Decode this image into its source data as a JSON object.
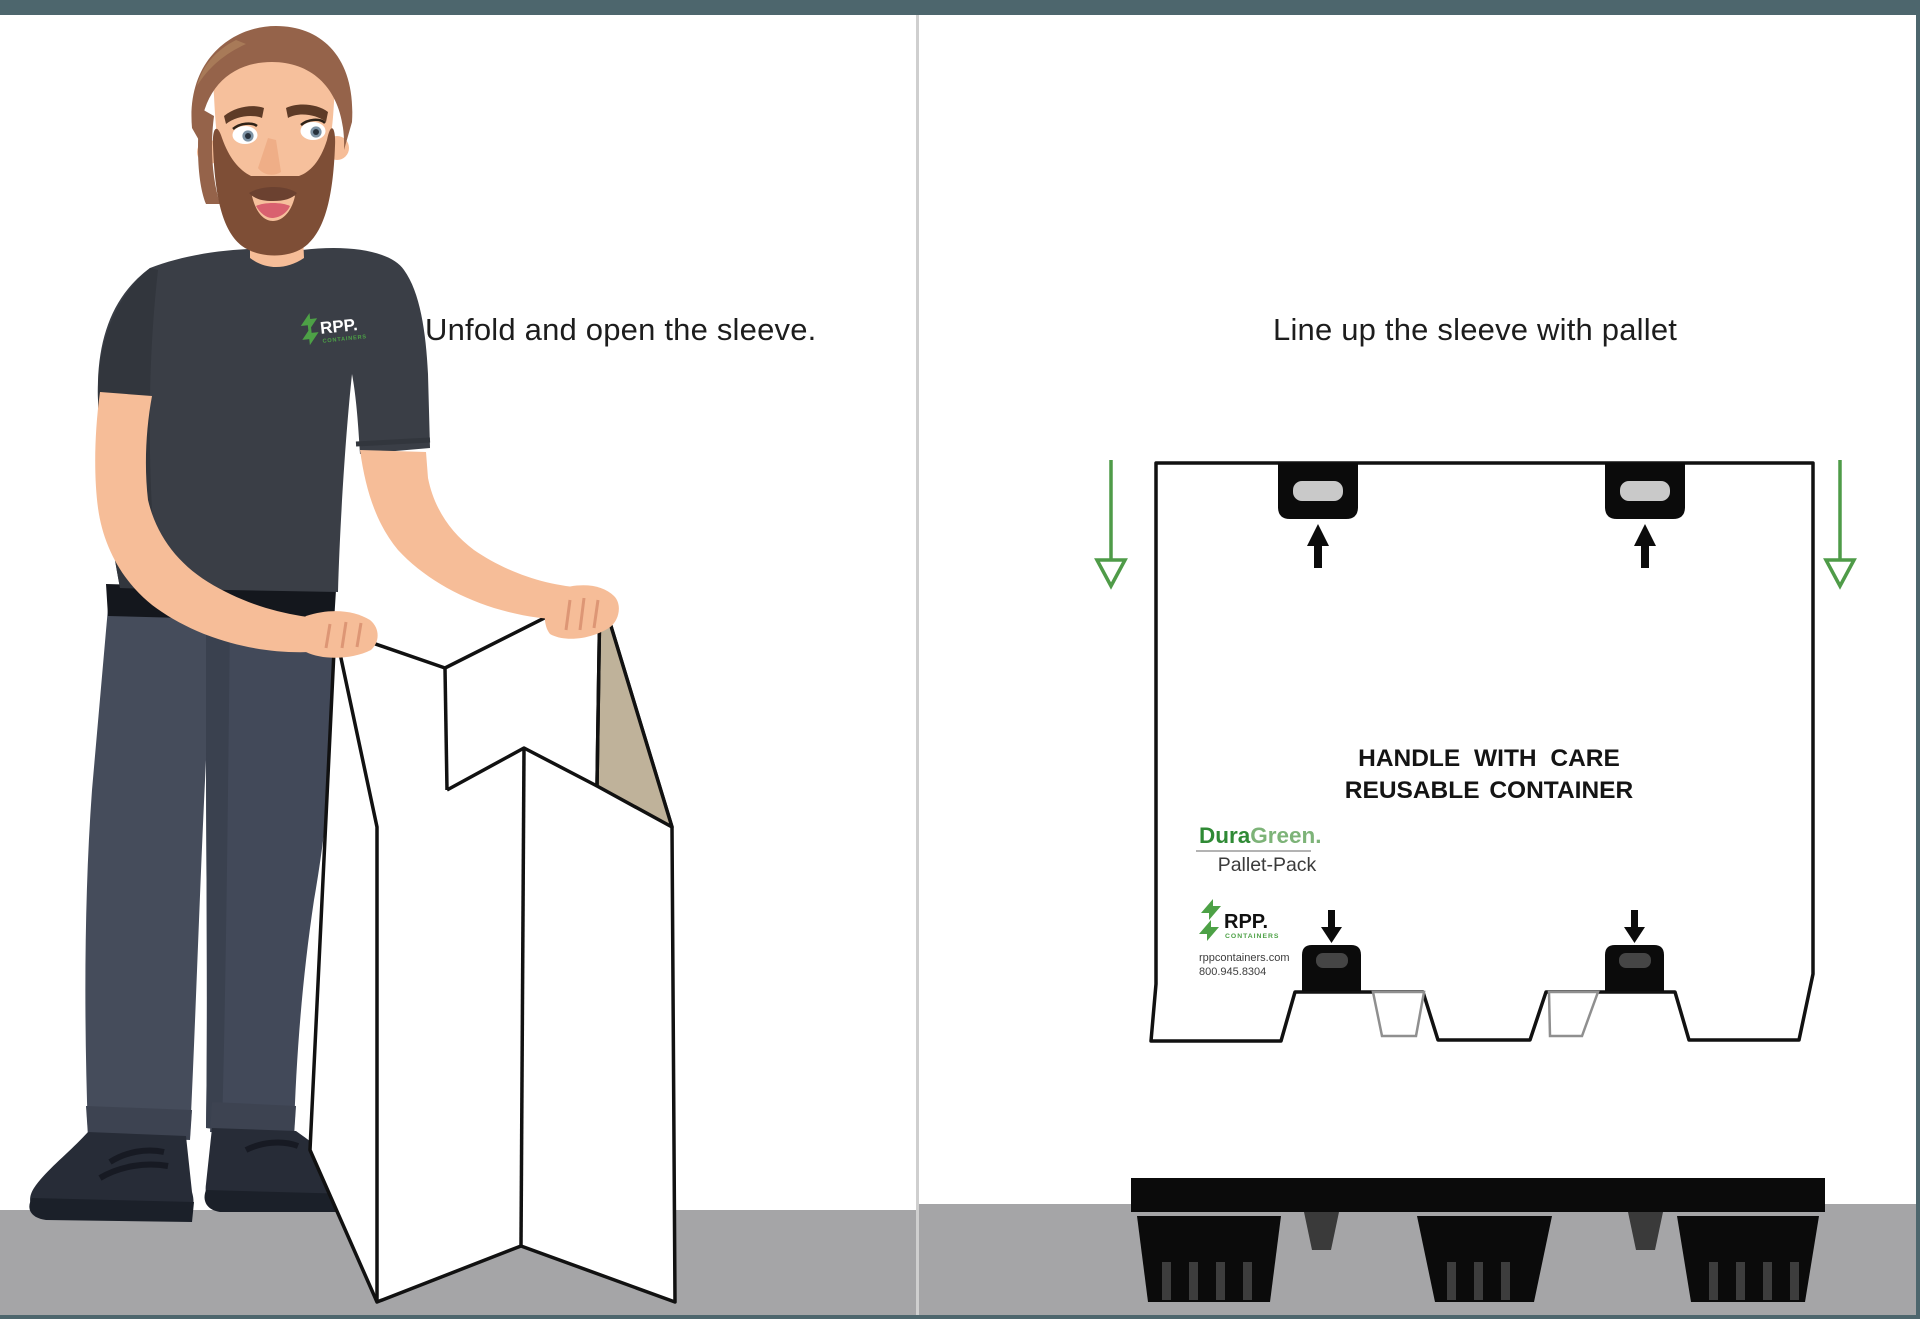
{
  "left_panel": {
    "caption": "Unfold and open the sleeve.",
    "shirt_logo": {
      "brand": "RPP.",
      "sub": "CONTAINERS"
    }
  },
  "right_panel": {
    "caption": "Line up the sleeve with pallet",
    "container_label_line1": "HANDLE  WITH  CARE",
    "container_label_line2": "REUSABLE CONTAINER",
    "duragreen_brand_bold": "Dura",
    "duragreen_brand_light": "Green.",
    "duragreen_product": "Pallet-Pack",
    "rpp_brand": "RPP.",
    "rpp_sub": "CONTAINERS",
    "rpp_site": "rppcontainers.com",
    "rpp_phone": "800.945.8304"
  },
  "colors": {
    "chrome_bar": "#4d666d",
    "accent_green": "#4f9b48",
    "logo_green": "#4da146",
    "floor_gray": "#a5a5a7",
    "outline_black": "#111111",
    "cardboard_tan": "#bfb29a"
  }
}
